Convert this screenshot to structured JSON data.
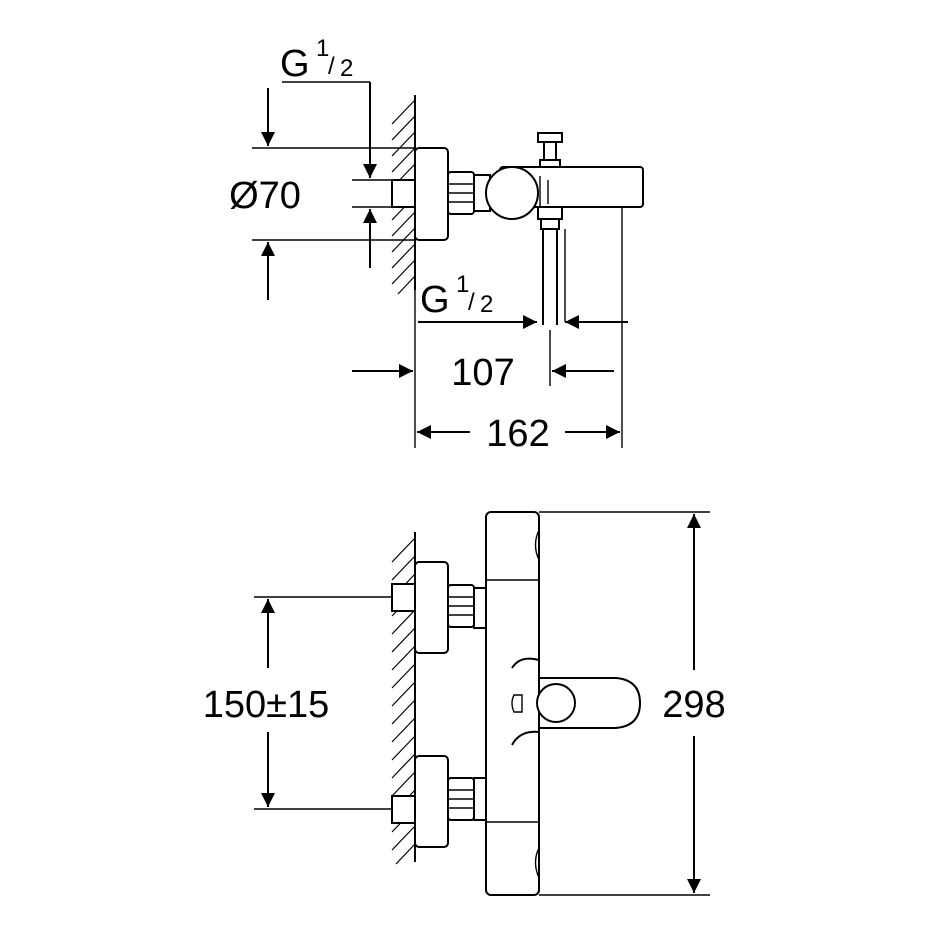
{
  "top_view": {
    "thread_label_top": {
      "main": "G",
      "num": "1",
      "slash": "/",
      "den": "2"
    },
    "thread_label_mid": {
      "main": "G",
      "num": "1",
      "slash": "/",
      "den": "2"
    },
    "diameter": "Ø70",
    "dim_107": "107",
    "dim_162": "162"
  },
  "front_view": {
    "dim_spacing": "150±15",
    "dim_height": "298"
  },
  "colors": {
    "line": "#000000",
    "background": "#ffffff"
  }
}
